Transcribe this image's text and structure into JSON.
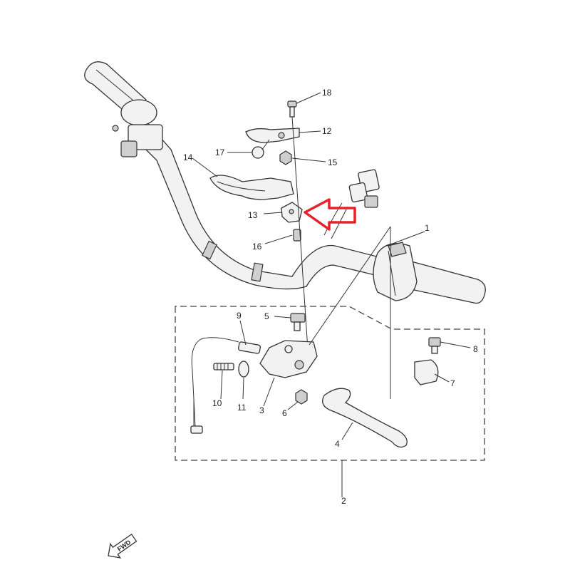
{
  "callouts": [
    {
      "id": "c1",
      "label": "1"
    },
    {
      "id": "c2",
      "label": "2"
    },
    {
      "id": "c3",
      "label": "3"
    },
    {
      "id": "c4",
      "label": "4"
    },
    {
      "id": "c5",
      "label": "5"
    },
    {
      "id": "c6",
      "label": "6"
    },
    {
      "id": "c7",
      "label": "7"
    },
    {
      "id": "c8",
      "label": "8"
    },
    {
      "id": "c9",
      "label": "9"
    },
    {
      "id": "c10",
      "label": "10"
    },
    {
      "id": "c11",
      "label": "11"
    },
    {
      "id": "c12",
      "label": "12"
    },
    {
      "id": "c13",
      "label": "13"
    },
    {
      "id": "c14",
      "label": "14"
    },
    {
      "id": "c15",
      "label": "15"
    },
    {
      "id": "c16",
      "label": "16"
    },
    {
      "id": "c17",
      "label": "17"
    },
    {
      "id": "c18",
      "label": "18"
    }
  ],
  "fwd_badge": "FWD",
  "highlight_arrow_color": "#e8202a",
  "line_color": "#333333"
}
